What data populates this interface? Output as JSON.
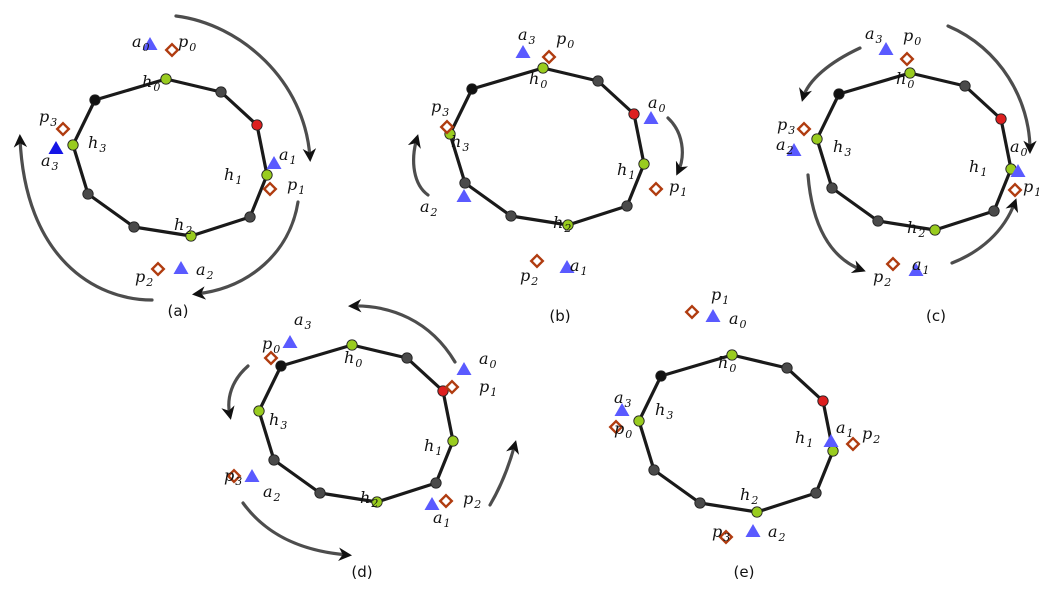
{
  "colors": {
    "edge": "#1a1a1a",
    "node_gray": "#4a4a4a",
    "node_black": "#111111",
    "node_green": "#99cc1f",
    "node_red": "#dd1f1f",
    "agent": "#5a5aff",
    "agent_dark": "#1515e6",
    "token": "#b03c10",
    "arrow": "#4d4d4d"
  },
  "panels": [
    {
      "id": "a",
      "caption": "(a)",
      "labels": [
        {
          "b": "h",
          "s": "0"
        },
        {
          "b": "h",
          "s": "1"
        },
        {
          "b": "h",
          "s": "2"
        },
        {
          "b": "h",
          "s": "3"
        },
        {
          "b": "a",
          "s": "0"
        },
        {
          "b": "p",
          "s": "0"
        },
        {
          "b": "a",
          "s": "1"
        },
        {
          "b": "p",
          "s": "1"
        },
        {
          "b": "p",
          "s": "2"
        },
        {
          "b": "a",
          "s": "2"
        },
        {
          "b": "p",
          "s": "3"
        },
        {
          "b": "a",
          "s": "3"
        }
      ]
    },
    {
      "id": "b",
      "caption": "(b)",
      "labels": [
        {
          "b": "h",
          "s": "0"
        },
        {
          "b": "h",
          "s": "1"
        },
        {
          "b": "h",
          "s": "2"
        },
        {
          "b": "h",
          "s": "3"
        },
        {
          "b": "a",
          "s": "3"
        },
        {
          "b": "p",
          "s": "0"
        },
        {
          "b": "a",
          "s": "0"
        },
        {
          "b": "p",
          "s": "1"
        },
        {
          "b": "p",
          "s": "2"
        },
        {
          "b": "a",
          "s": "1"
        },
        {
          "b": "p",
          "s": "3"
        },
        {
          "b": "a",
          "s": "2"
        }
      ]
    },
    {
      "id": "c",
      "caption": "(c)",
      "labels": [
        {
          "b": "h",
          "s": "0"
        },
        {
          "b": "h",
          "s": "1"
        },
        {
          "b": "h",
          "s": "2"
        },
        {
          "b": "h",
          "s": "3"
        },
        {
          "b": "a",
          "s": "3"
        },
        {
          "b": "p",
          "s": "0"
        },
        {
          "b": "a",
          "s": "0"
        },
        {
          "b": "p",
          "s": "1"
        },
        {
          "b": "p",
          "s": "2"
        },
        {
          "b": "a",
          "s": "1"
        },
        {
          "b": "p",
          "s": "3"
        },
        {
          "b": "a",
          "s": "2"
        }
      ]
    },
    {
      "id": "d",
      "caption": "(d)",
      "labels": [
        {
          "b": "h",
          "s": "0"
        },
        {
          "b": "h",
          "s": "1"
        },
        {
          "b": "h",
          "s": "2"
        },
        {
          "b": "h",
          "s": "3"
        },
        {
          "b": "p",
          "s": "0"
        },
        {
          "b": "a",
          "s": "3"
        },
        {
          "b": "a",
          "s": "0"
        },
        {
          "b": "p",
          "s": "1"
        },
        {
          "b": "a",
          "s": "1"
        },
        {
          "b": "p",
          "s": "2"
        },
        {
          "b": "p",
          "s": "3"
        },
        {
          "b": "a",
          "s": "2"
        }
      ]
    },
    {
      "id": "e",
      "caption": "(e)",
      "labels": [
        {
          "b": "h",
          "s": "0"
        },
        {
          "b": "h",
          "s": "1"
        },
        {
          "b": "h",
          "s": "2"
        },
        {
          "b": "h",
          "s": "3"
        },
        {
          "b": "p",
          "s": "1"
        },
        {
          "b": "a",
          "s": "0"
        },
        {
          "b": "a",
          "s": "1"
        },
        {
          "b": "p",
          "s": "2"
        },
        {
          "b": "p",
          "s": "3"
        },
        {
          "b": "a",
          "s": "2"
        },
        {
          "b": "a",
          "s": "3"
        },
        {
          "b": "p",
          "s": "0"
        }
      ]
    }
  ]
}
